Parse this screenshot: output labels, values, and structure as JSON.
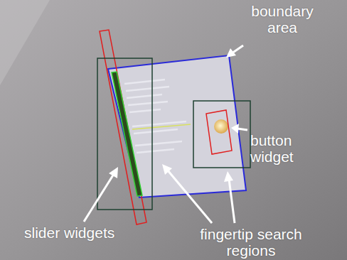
{
  "diagram": {
    "labels": [
      "boundary area",
      "button widget",
      "slider widgets",
      "fingertip search regions"
    ]
  }
}
